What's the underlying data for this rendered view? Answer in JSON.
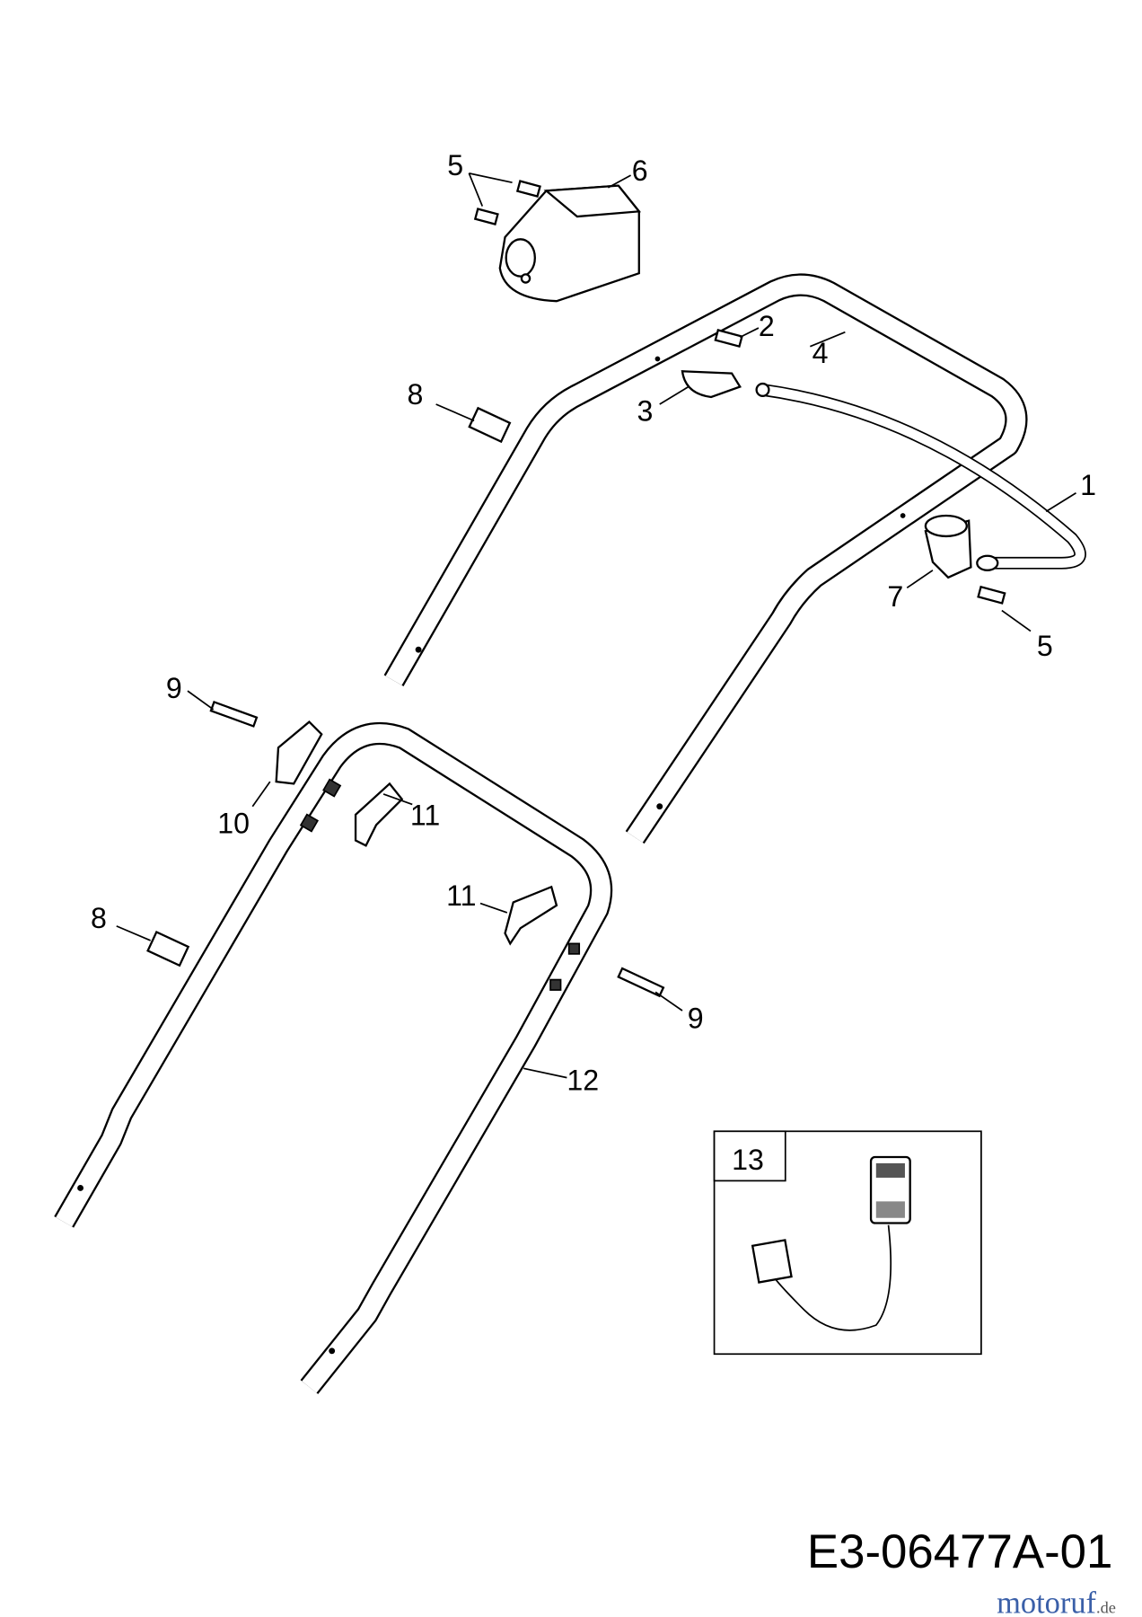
{
  "diagram": {
    "drawing_code": "E3-06477A-01",
    "watermark": {
      "brand": "motoruf",
      "tld": ".de"
    },
    "inset_label": "13",
    "callouts": [
      "5",
      "6",
      "2",
      "4",
      "3",
      "8",
      "1",
      "7",
      "5",
      "9",
      "10",
      "11",
      "8",
      "11",
      "9",
      "12"
    ]
  }
}
